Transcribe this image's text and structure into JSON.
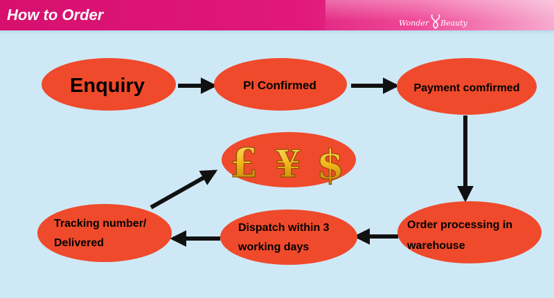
{
  "header": {
    "title": "How to Order",
    "logo_word_1": "Wonder",
    "logo_word_2": "Beauty"
  },
  "colors": {
    "node_fill": "#ef4a2b",
    "header_pink": "#e0197a",
    "background": "#cfe8f6",
    "money_gold": "#f2b51b"
  },
  "steps": {
    "enquiry": "Enquiry",
    "pi_confirmed": "PI Confirmed",
    "payment_confirmed": "Payment comfirmed",
    "order_processing_line1": "Order processing in",
    "order_processing_line2": "warehouse",
    "dispatch_line1": "Dispatch within 3",
    "dispatch_line2": "working days",
    "tracking_line1": "Tracking number/",
    "tracking_line2": "Delivered"
  },
  "money": {
    "icon": "currency-symbols-icon",
    "pound": "£",
    "yen": "¥",
    "dollar": "$"
  }
}
